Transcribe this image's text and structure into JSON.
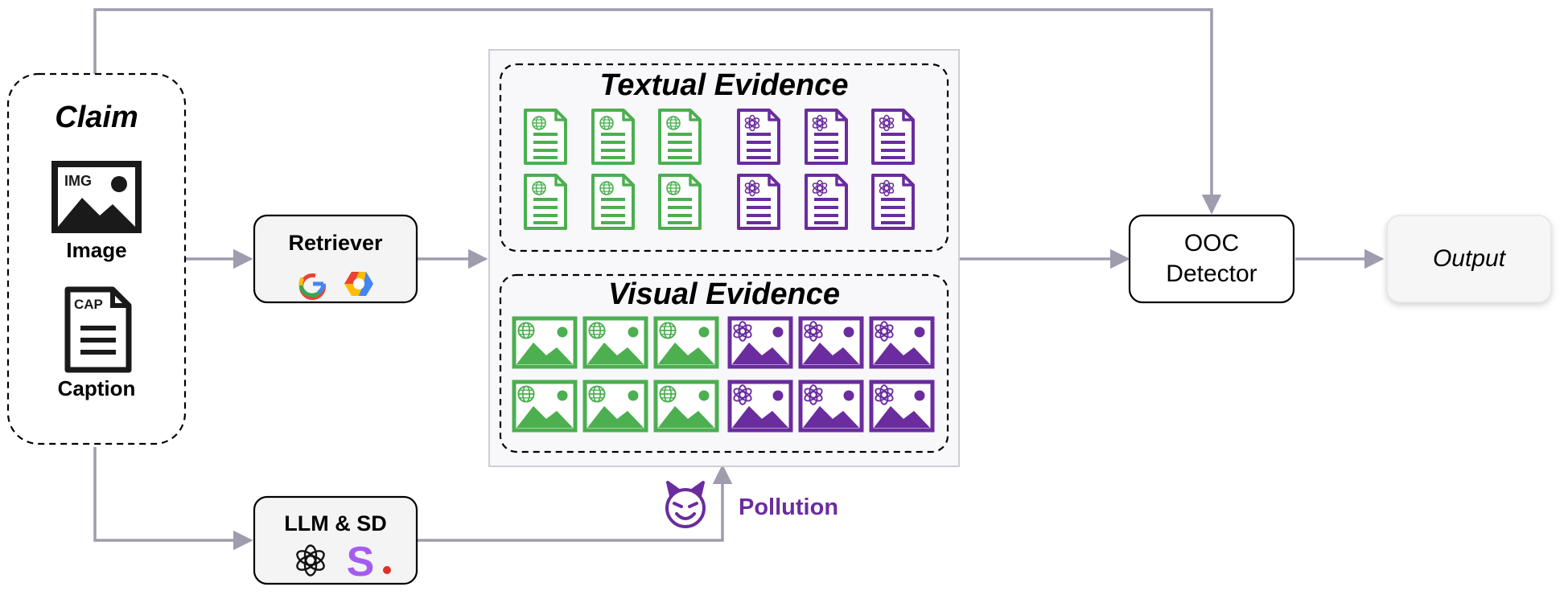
{
  "claim": {
    "title": "Claim",
    "image_badge": "IMG",
    "image_label": "Image",
    "caption_badge": "CAP",
    "caption_label": "Caption"
  },
  "retriever": {
    "label": "Retriever",
    "icons": [
      "google-icon",
      "google-cloud-icon"
    ]
  },
  "llm_sd": {
    "label": "LLM & SD",
    "icons": [
      "openai-icon",
      "stability-icon"
    ]
  },
  "evidence": {
    "textual_title": "Textual Evidence",
    "visual_title": "Visual Evidence",
    "retrieved_color": "#4caf50",
    "generated_color": "#6a2c9e",
    "retrieved_icon": "globe-icon",
    "generated_icon": "openai-icon"
  },
  "pollution": {
    "label": "Pollution",
    "icon": "devil-face-icon",
    "color": "#6a2c9e"
  },
  "detector": {
    "line1": "OOC",
    "line2": "Detector"
  },
  "output": {
    "label": "Output"
  },
  "colors": {
    "arrow": "#9e9cad",
    "box_border": "#000000",
    "panel_bg": "#f8f7fa"
  }
}
